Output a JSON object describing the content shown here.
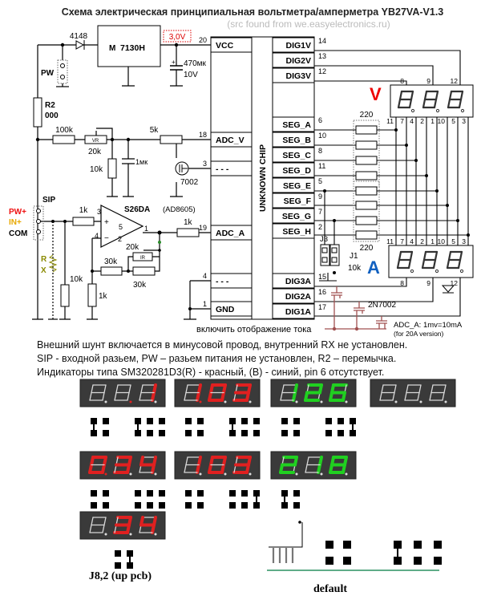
{
  "title": "Схема электрическая принципиальная вольтметра/амперметра YB27VA-V1.3",
  "source_note": "(src found  from we.easyelectronics.ru)",
  "chip": {
    "name": "UNKNOWN CHIP",
    "left_pins": [
      {
        "num": "20",
        "label": "VCC"
      },
      {
        "num": "18",
        "label": "ADC_V"
      },
      {
        "num": "3",
        "label": "- - -"
      },
      {
        "num": "19",
        "label": "ADC_A"
      },
      {
        "num": "4",
        "label": "- - -"
      },
      {
        "num": "1",
        "label": "GND"
      }
    ],
    "right_pins": [
      {
        "num": "14",
        "label": "DIG1V"
      },
      {
        "num": "13",
        "label": "DIG2V"
      },
      {
        "num": "12",
        "label": "DIG3V"
      },
      {
        "num": "6",
        "label": "SEG_A"
      },
      {
        "num": "10",
        "label": "SEG_B"
      },
      {
        "num": "8",
        "label": "SEG_C"
      },
      {
        "num": "11",
        "label": "SEG_D"
      },
      {
        "num": "5",
        "label": "SEG_E"
      },
      {
        "num": "9",
        "label": "SEG_F"
      },
      {
        "num": "7",
        "label": "SEG_G"
      },
      {
        "num": "2",
        "label": "SEG_H"
      },
      {
        "num": "15",
        "label": "DIG3A"
      },
      {
        "num": "16",
        "label": "DIG2A"
      },
      {
        "num": "17",
        "label": "DIG1A"
      }
    ]
  },
  "components": {
    "diode": "4148",
    "regulator": "7130H",
    "regulator_logo": "M",
    "vout": "3,0V",
    "cap_main": "470мк",
    "cap_main_v": "10V",
    "pw": "PW",
    "r2": "R2",
    "r2_val": "000",
    "r_100k": "100k",
    "vr": "VR",
    "vr_val": "20k",
    "r_10k_a": "10k",
    "cap_1u": "1мк",
    "r_5k": "5k",
    "mosfet": "7002",
    "sip": "SIP",
    "sip_pins": [
      "PW+",
      "IN+",
      "COM"
    ],
    "rx": [
      "R",
      "X"
    ],
    "r_1k_in": "1k",
    "opamp": "S26DA",
    "opamp_alt": "(AD8605)",
    "opamp_pins": [
      "3",
      "4",
      "5",
      "2",
      "1"
    ],
    "r_1k_out": "1k",
    "r_20k": "20k",
    "ir": "IR",
    "r_30k_a": "30k",
    "r_30k_b": "30k",
    "r_10k_b": "10k",
    "r_1k_gnd": "1k",
    "res_array": "220",
    "res_array_b": "220",
    "j3": "J3",
    "j1": "J1",
    "j1_val": "10k",
    "v_label": "V",
    "a_label": "A",
    "display_top_pins": [
      "8",
      "9",
      "12"
    ],
    "display_bottom_pins": [
      "11",
      "7",
      "4",
      "2",
      "1",
      "10",
      "5",
      "3"
    ],
    "transistor": "2N7002",
    "adc_note": "ADC_A: 1mv=10mA",
    "adc_note2": "(for 20A version)",
    "enable_current": "включить отображение тока"
  },
  "notes": [
    "Внешний шунт включается в минусовой провод, внутренний RX не установлен.",
    "SIP - входной разьем, PW – разьем питания не установлен, R2 – перемычка.",
    "Индикаторы типа SM320281D3(R) - красный, (B) - синий, pin 6 отсутствует."
  ],
  "examples": [
    {
      "digits": [
        "8",
        "8",
        "1"
      ],
      "lit": [
        [],
        [],
        [
          1,
          2
        ]
      ],
      "color": "#e02020",
      "dp_lit": [
        false,
        true,
        false
      ],
      "jumpers": [
        "1010",
        "10000"
      ]
    },
    {
      "digits": [
        "1",
        "0",
        "3"
      ],
      "lit": [
        [
          1,
          2
        ],
        [
          0,
          1,
          2,
          3,
          4,
          5
        ],
        [
          0,
          1,
          2,
          3,
          6
        ]
      ],
      "color": "#e02020",
      "dp_lit": [
        true,
        false,
        false
      ],
      "jumpers": [
        "0000",
        "10000"
      ]
    },
    {
      "digits": [
        "1",
        "2",
        "6"
      ],
      "lit": [
        [
          1,
          2
        ],
        [
          0,
          1,
          6,
          4,
          3
        ],
        [
          0,
          5,
          6,
          4,
          3,
          2
        ]
      ],
      "color": "#20d020",
      "dp_lit": [
        false,
        false,
        false
      ],
      "jumpers": [
        "0000",
        "00001"
      ]
    },
    {
      "digits": [
        "8",
        "8",
        "8"
      ],
      "lit": [
        [],
        [],
        []
      ],
      "color": "#e02020",
      "dp_lit": [
        false,
        false,
        false
      ],
      "jumpers": null
    },
    {
      "digits": [
        "0",
        "3",
        "4"
      ],
      "lit": [
        [
          0,
          1,
          2,
          3,
          4,
          5
        ],
        [
          0,
          1,
          2,
          3,
          6
        ],
        [
          1,
          2,
          5,
          6
        ]
      ],
      "color": "#e02020",
      "dp_lit": [
        true,
        false,
        false
      ],
      "jumpers": [
        "0000",
        "00000"
      ]
    },
    {
      "digits": [
        "1",
        "0",
        "3"
      ],
      "lit": [
        [
          1,
          2
        ],
        [
          0,
          1,
          2,
          3,
          4,
          5
        ],
        [
          0,
          1,
          2,
          3,
          6
        ]
      ],
      "color": "#e02020",
      "dp_lit": [
        false,
        false,
        false
      ],
      "jumpers": [
        "0000",
        "00001"
      ]
    },
    {
      "digits": [
        "2",
        "1",
        "8"
      ],
      "lit": [
        [
          0,
          1,
          6,
          4,
          3
        ],
        [
          1,
          2
        ],
        [
          0,
          1,
          2,
          3,
          4,
          5,
          6
        ]
      ],
      "color": "#20d020",
      "dp_lit": [
        false,
        false,
        false
      ],
      "jumpers": [
        "1000",
        ""
      ]
    },
    {
      "digits": [
        "8",
        "3",
        "4"
      ],
      "lit": [
        [],
        [
          0,
          1,
          2,
          3,
          6
        ],
        [
          1,
          2,
          5,
          6
        ]
      ],
      "color": "#e02020",
      "dp_lit": [
        false,
        false,
        false
      ],
      "jumpers": [
        "0001",
        ""
      ]
    }
  ],
  "jumper_caption": "J8,2 (up pcb)",
  "default_caption": "default"
}
